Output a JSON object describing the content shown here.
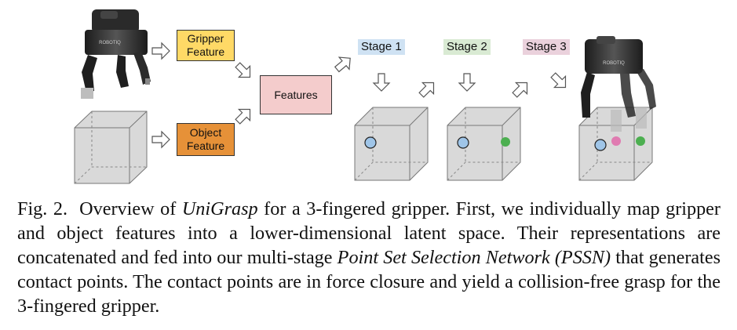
{
  "figure": {
    "gripper_feature_label": "Gripper\nFeature",
    "object_feature_label": "Object\nFeature",
    "features_label": "Features",
    "stages": [
      {
        "label": "Stage 1",
        "color": "#cfe2f3"
      },
      {
        "label": "Stage 2",
        "color": "#d9ead3"
      },
      {
        "label": "Stage 3",
        "color": "#ead1dc"
      }
    ],
    "colors": {
      "gripper_feature_fill": "#ffd966",
      "object_feature_fill": "#e69138",
      "features_fill": "#f4cccc",
      "cube_fill": "#d9d9d9",
      "contact_blue": "#9fc5e8",
      "contact_green": "#4caf50",
      "contact_pink": "#e07bb1"
    },
    "icons": [
      "robot-gripper-icon",
      "hollow-arrow-icon",
      "wireframe-cube-icon",
      "contact-point-icon"
    ]
  },
  "caption": {
    "figure_number": "Fig. 2.",
    "text_1": "  Overview of ",
    "method_name": "UniGrasp",
    "text_2": " for a 3-fingered gripper. First, we individually map gripper and object features into a lower-dimensional latent space. Their representations are concatenated and fed into our multi-stage ",
    "network_name": "Point Set Selection Network (PSSN)",
    "text_3": " that generates contact points. The contact points are in force closure and yield a collision-free grasp for the 3-fingered gripper."
  }
}
